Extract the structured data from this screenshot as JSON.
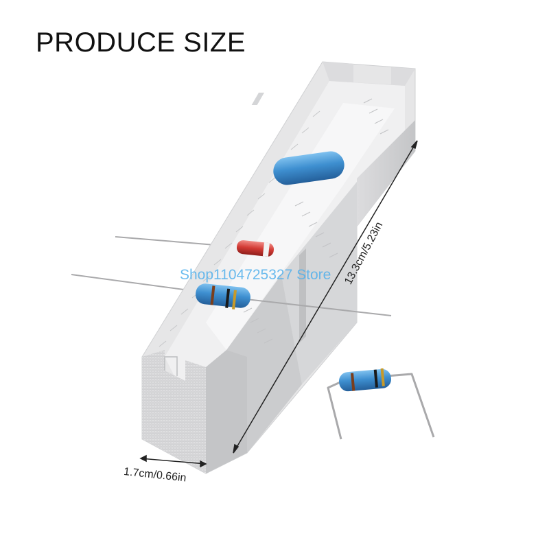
{
  "title": "PRODUCE SIZE",
  "watermark": "Shop1104725327 Store",
  "dimensions": {
    "width_label": "1.7cm/0.66in",
    "length_label": "13.3cm/5.23in"
  },
  "colors": {
    "tool_body": "#e9e9ea",
    "tool_shadow": "#bfc0c2",
    "resistor_blue": "#3e8fd0",
    "diode_red": "#d23a34",
    "lead_silver": "#a9a9ab",
    "watermark": "#50afeb"
  }
}
